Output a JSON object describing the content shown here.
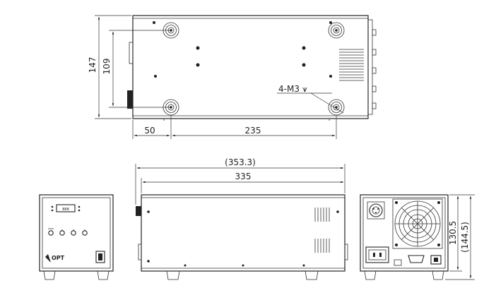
{
  "dimensions": {
    "height_147": "147",
    "height_109": "109",
    "width_50": "50",
    "width_235": "235",
    "thread_note": "4-M3",
    "depth_symbol": "⩛",
    "overall_353": "(353.3)",
    "width_335": "335",
    "height_130": "130.5",
    "height_144": "(144.5)"
  },
  "front_panel": {
    "logo": "OPT",
    "display_digits": "888"
  }
}
